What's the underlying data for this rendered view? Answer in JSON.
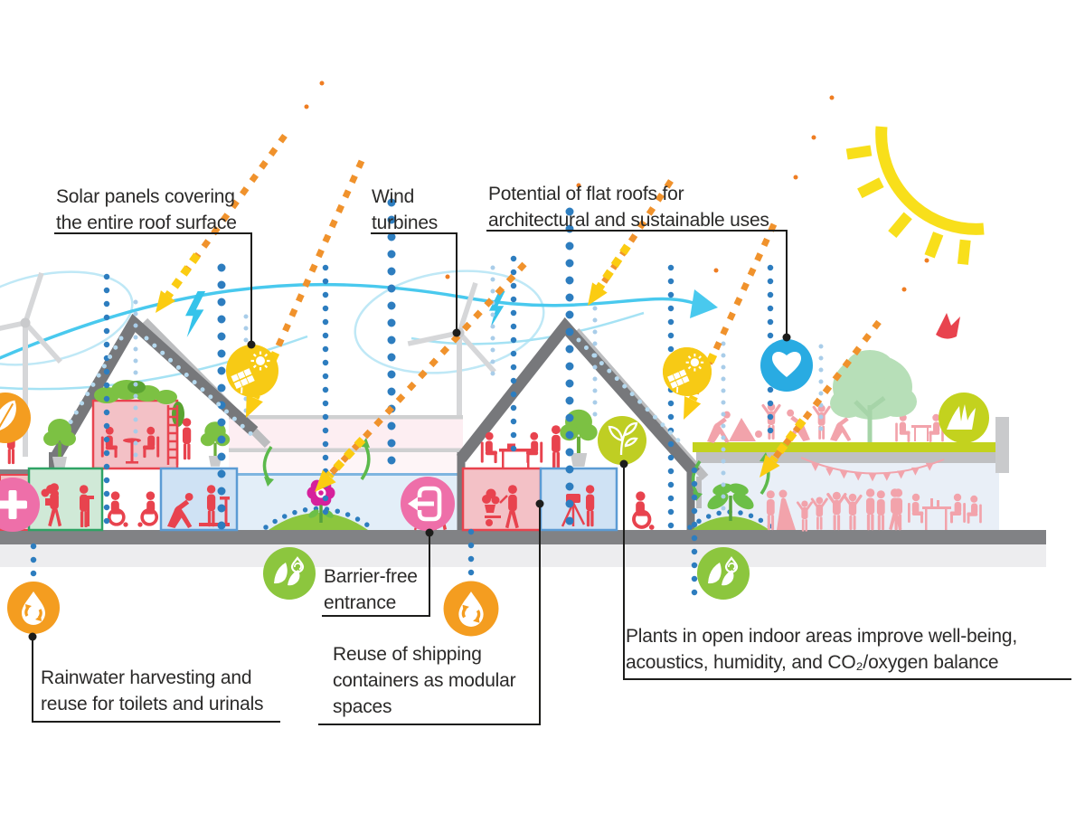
{
  "title": "Sustainable building cross-section infographic",
  "labels": {
    "solar_panels": "Solar panels covering\nthe entire roof surface",
    "wind_turbines": "Wind\nturbines",
    "flat_roofs": "Potential of flat roofs for\narchitectural and sustainable uses",
    "barrier_free": "Barrier-free\nentrance",
    "rainwater": "Rainwater harvesting and\nreuse for toilets and urinals",
    "containers": "Reuse of shipping\ncontainers as modular\nspaces",
    "plants": "Plants in open indoor areas improve well-being,\nacoustics, humidity, and CO₂/oxygen balance"
  },
  "icons": {
    "sun": "sun-icon",
    "wind_turbine": "wind-turbine-icon",
    "lightning": "lightning-icon",
    "wind_flow": "wind-flow-arrow-icon",
    "solar_panel_badge": "solar-panel-icon",
    "heart_badge": "heart-icon",
    "sprout_badge": "sprout-icon",
    "grass_badge": "grass-icon",
    "entrance_badge": "barrier-free-entrance-icon",
    "cross_badge": "cross-icon",
    "leaf_badge": "leaf-icon",
    "water_recycle_badge": "water-recycle-icon",
    "leaf_water_recycle_badge": "leaf-water-recycle-icon",
    "rain": "rain-dots",
    "sun_ray": "sun-ray-arrow",
    "flower": "flower-icon",
    "ventilation": "ventilation-arrows",
    "bird": "bird-icon"
  },
  "colors": {
    "text": "#2b2a29",
    "leader": "#1d1d1b",
    "red_people": "#e8434e",
    "pink_people": "#f2a3ab",
    "roof_dark": "#77787b",
    "roof_light": "#bcbdbf",
    "ground_dark": "#818285",
    "ground_light": "#ededef",
    "yellow": "#f7ca15",
    "sun_yellow": "#f8df1b",
    "orange": "#f49d20",
    "ray_orange": "#f0922c",
    "cyan": "#45c8ee",
    "blue_badge": "#29abe2",
    "rain_blue": "#2d7dbf",
    "rain_blue_light": "#a9cde9",
    "magenta": "#d6219c",
    "pink_badge": "#ee6fa9",
    "green": "#8cc63e",
    "lime": "#c3d21e",
    "tree_light_green": "#b7dfb8",
    "box_pink": "#f3c1c6",
    "box_green": "#d0e9d7",
    "box_blue": "#cfe2f4",
    "atrium_pink": "#fdeef2",
    "interior_blue": "#e3eef8"
  }
}
